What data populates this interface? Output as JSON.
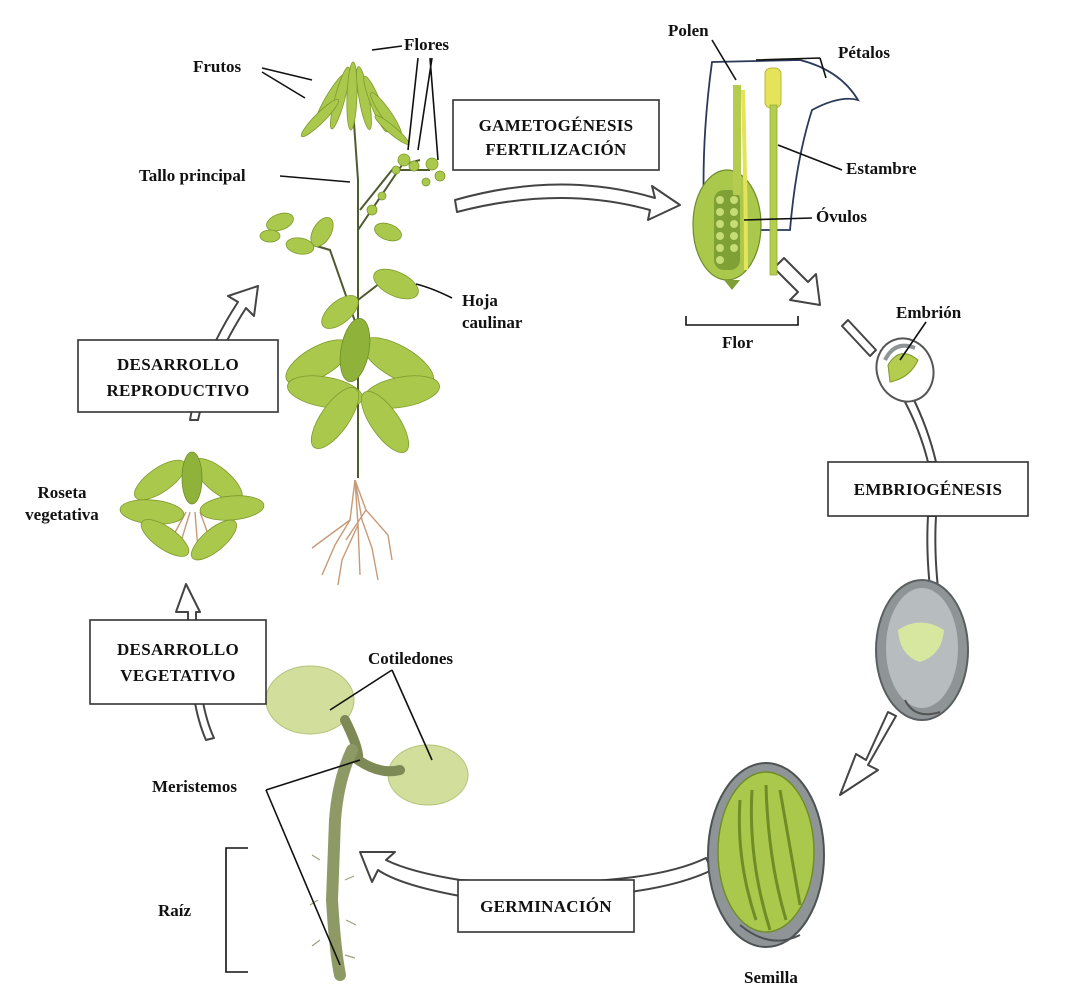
{
  "stages": {
    "gametogenesis_line1": "GAMETOGÉNESIS",
    "gametogenesis_line2": "FERTILIZACIÓN",
    "embryogenesis": "EMBRIOGÉNESIS",
    "germination": "GERMINACIÓN",
    "vegetative_line1": "DESARROLLO",
    "vegetative_line2": "VEGETATIVO",
    "reproductive_line1": "DESARROLLO",
    "reproductive_line2": "REPRODUCTIVO"
  },
  "labels": {
    "frutos": "Frutos",
    "flores": "Flores",
    "tallo_principal": "Tallo principal",
    "hoja_line1": "Hoja",
    "hoja_line2": "caulinar",
    "roseta_line1": "Roseta",
    "roseta_line2": "vegetativa",
    "polen": "Polen",
    "petalos": "Pétalos",
    "estambre": "Estambre",
    "ovulos": "Óvulos",
    "flor": "Flor",
    "embrion": "Embrión",
    "semilla": "Semilla",
    "cotiledones": "Cotiledones",
    "meristemos": "Meristemos",
    "raiz": "Raíz"
  },
  "colors": {
    "plant_green": "#a9c84c",
    "dark_green": "#6f8c27",
    "root_tan": "#c79a77",
    "seed_gray": "#8f9597",
    "pollen_yellow": "#e4e35a"
  }
}
